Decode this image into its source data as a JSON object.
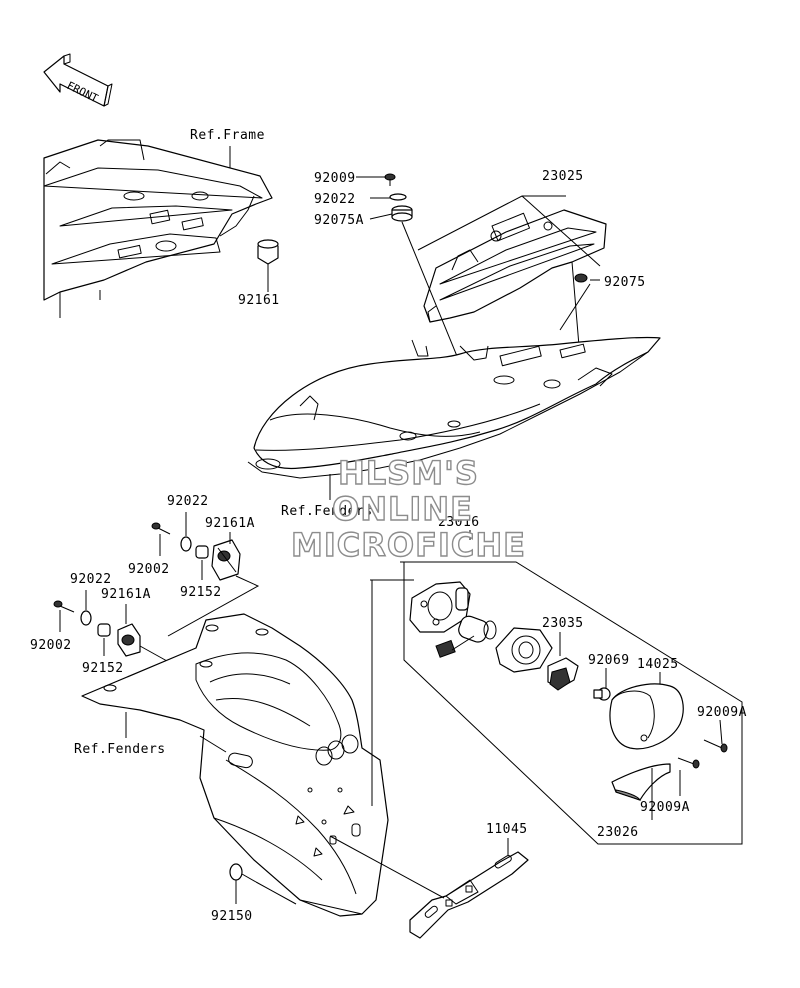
{
  "front_arrow": {
    "text": "FRONT"
  },
  "refs": {
    "frame": "Ref.Frame",
    "fenders_upper": "Ref.Fenders",
    "fenders_lower": "Ref.Fenders"
  },
  "parts": {
    "p92009_top": "92009",
    "p92022_top": "92022",
    "p92075A": "92075A",
    "p23025": "23025",
    "p92075": "92075",
    "p92161_frame": "92161",
    "p92022_a": "92022",
    "p92161A_a": "92161A",
    "p92002_a": "92002",
    "p92152_a": "92152",
    "p92022_b": "92022",
    "p92161A_b": "92161A",
    "p92002_b": "92002",
    "p92152_b": "92152",
    "p23016": "23016",
    "p23035": "23035",
    "p92069": "92069",
    "p14025": "14025",
    "p92009A_a": "92009A",
    "p92009A_b": "92009A",
    "p23026": "23026",
    "p11045": "11045",
    "p92150": "92150"
  },
  "watermark": {
    "line1": "HLSM'S",
    "line2": "ONLINE",
    "line3": "MICROFICHE"
  }
}
